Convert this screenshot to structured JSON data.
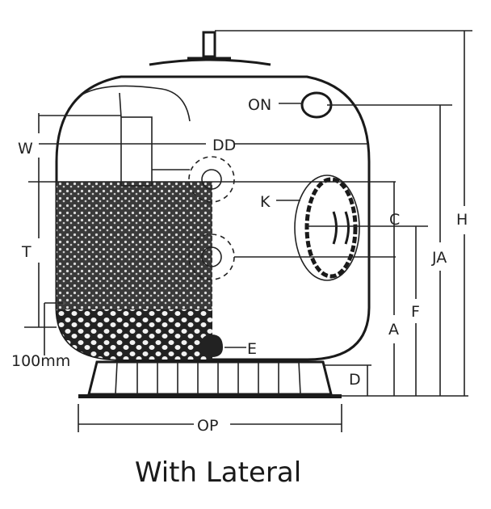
{
  "title": "Sand filter dimension diagram",
  "caption": "With Lateral",
  "labels": {
    "W": "W",
    "DD": "DD",
    "ON": "ON",
    "K": "K",
    "C": "C",
    "H": "H",
    "JA": "JA",
    "F": "F",
    "A": "A",
    "T": "T",
    "E": "E",
    "D": "D",
    "OP": "OP",
    "gravel": "100mm"
  },
  "colors": {
    "ink": "#1a1a1a",
    "media": "#3a3a3a",
    "background": "#ffffff"
  }
}
